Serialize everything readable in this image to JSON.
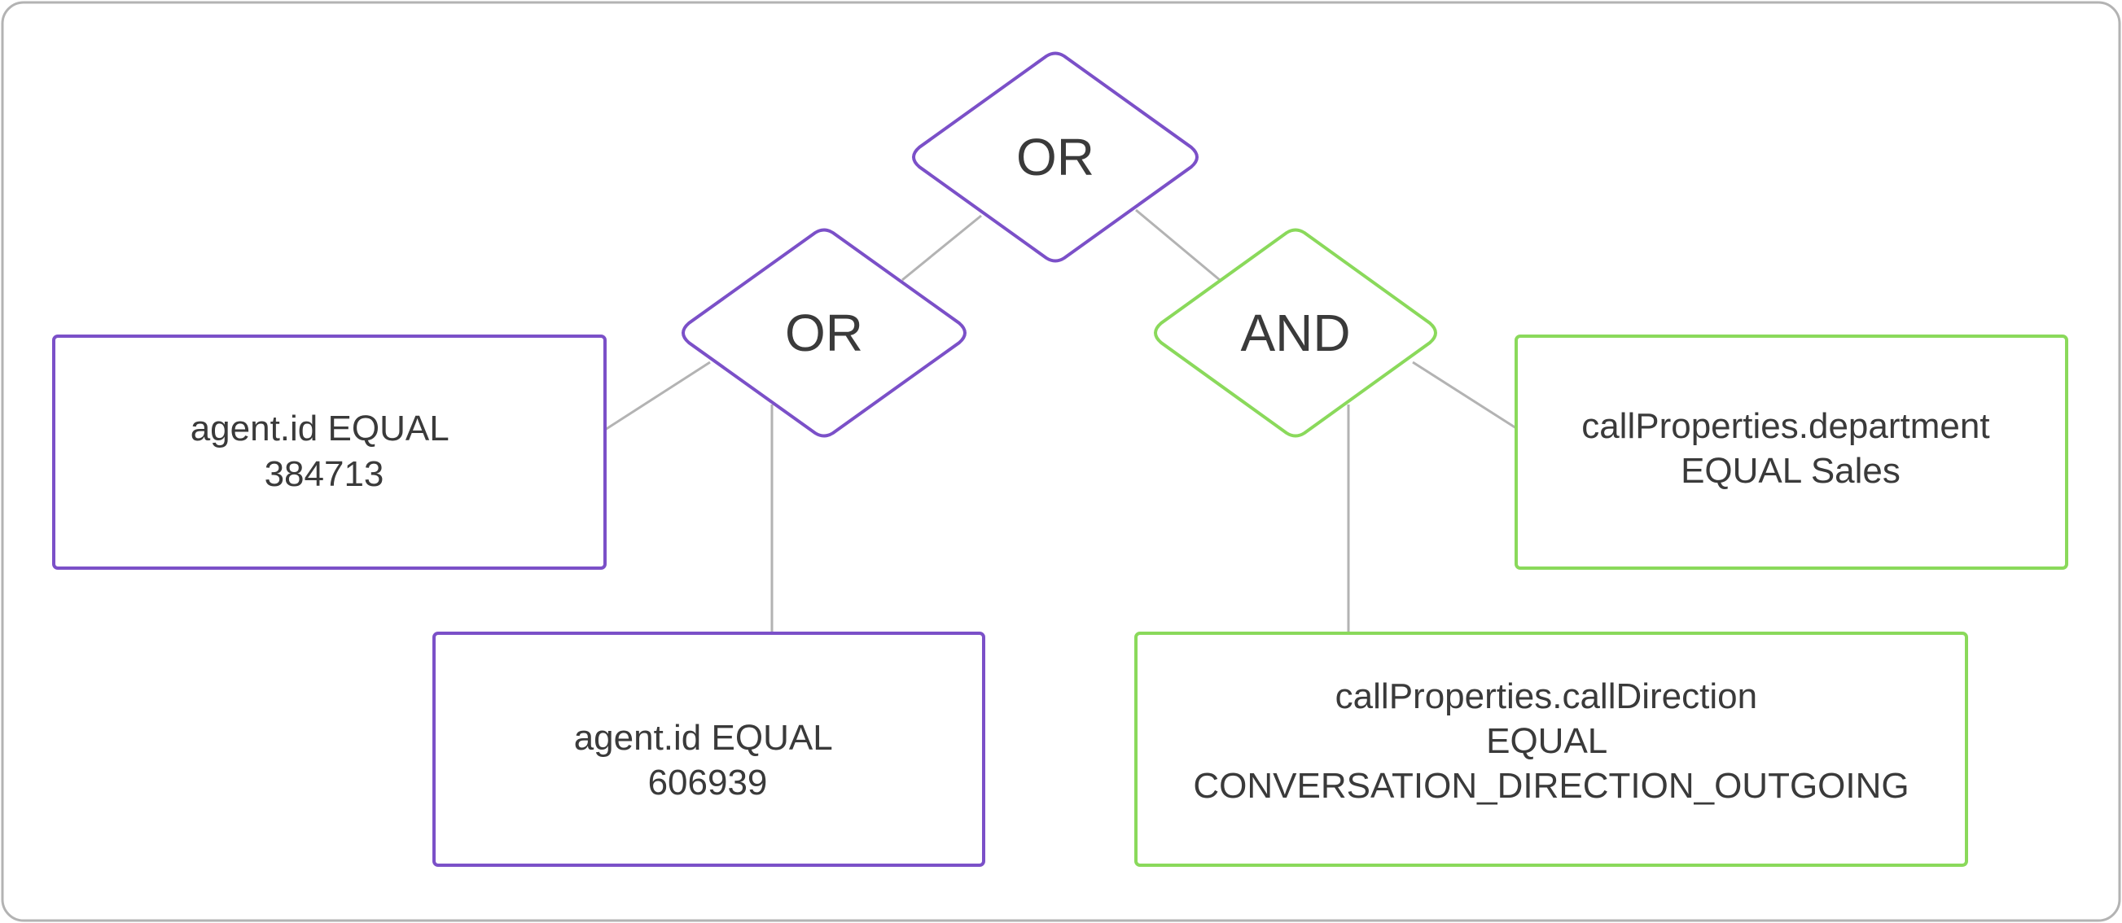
{
  "colors": {
    "frame": "#b3b3b3",
    "connector": "#b3b3b3",
    "or_node": "#7b50c8",
    "and_node": "#8ad95b",
    "text": "#3a3a3a"
  },
  "nodes": {
    "root_operator": {
      "label": "OR"
    },
    "left_operator": {
      "label": "OR"
    },
    "right_operator": {
      "label": "AND"
    },
    "agent_condition_1": {
      "lines": [
        "agent.id EQUAL",
        "384713"
      ]
    },
    "agent_condition_2": {
      "lines": [
        "agent.id EQUAL",
        "606939"
      ]
    },
    "department_condition": {
      "lines": [
        "callProperties.department",
        "EQUAL Sales"
      ]
    },
    "direction_condition": {
      "lines": [
        "callProperties.callDirection",
        "EQUAL",
        "CONVERSATION_DIRECTION_OUTGOING"
      ]
    }
  }
}
